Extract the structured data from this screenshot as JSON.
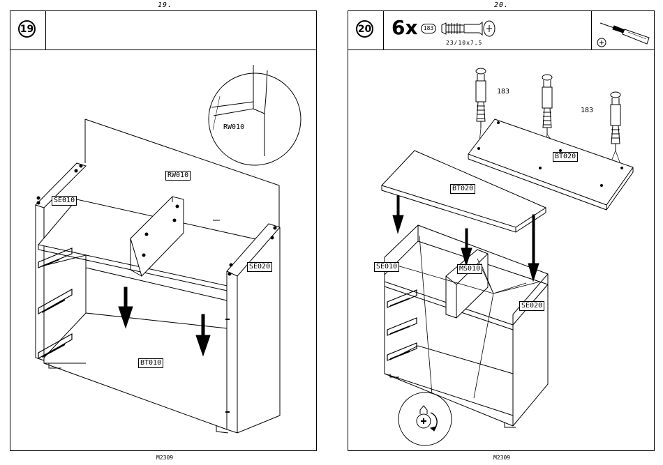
{
  "left_page": {
    "page_number": "19.",
    "step": "19",
    "labels": {
      "rw010_detail": "RW010",
      "rw010": "RW010",
      "se010": "SE010",
      "se020": "SE020",
      "bt010": "BT010"
    },
    "footer": "M2309"
  },
  "right_page": {
    "page_number": "20.",
    "step": "20",
    "quantity": "6x",
    "part_ref": "183",
    "dimensions": "23/10x7,5",
    "tool_icon": "phillips-screwdriver",
    "labels": {
      "screw_183_a": "183",
      "screw_183_b": "183",
      "bt020_top": "BT020",
      "bt020": "BT020",
      "se010": "SE010",
      "ms010": "MS010",
      "se020": "SE020"
    },
    "footer": "M2309"
  }
}
